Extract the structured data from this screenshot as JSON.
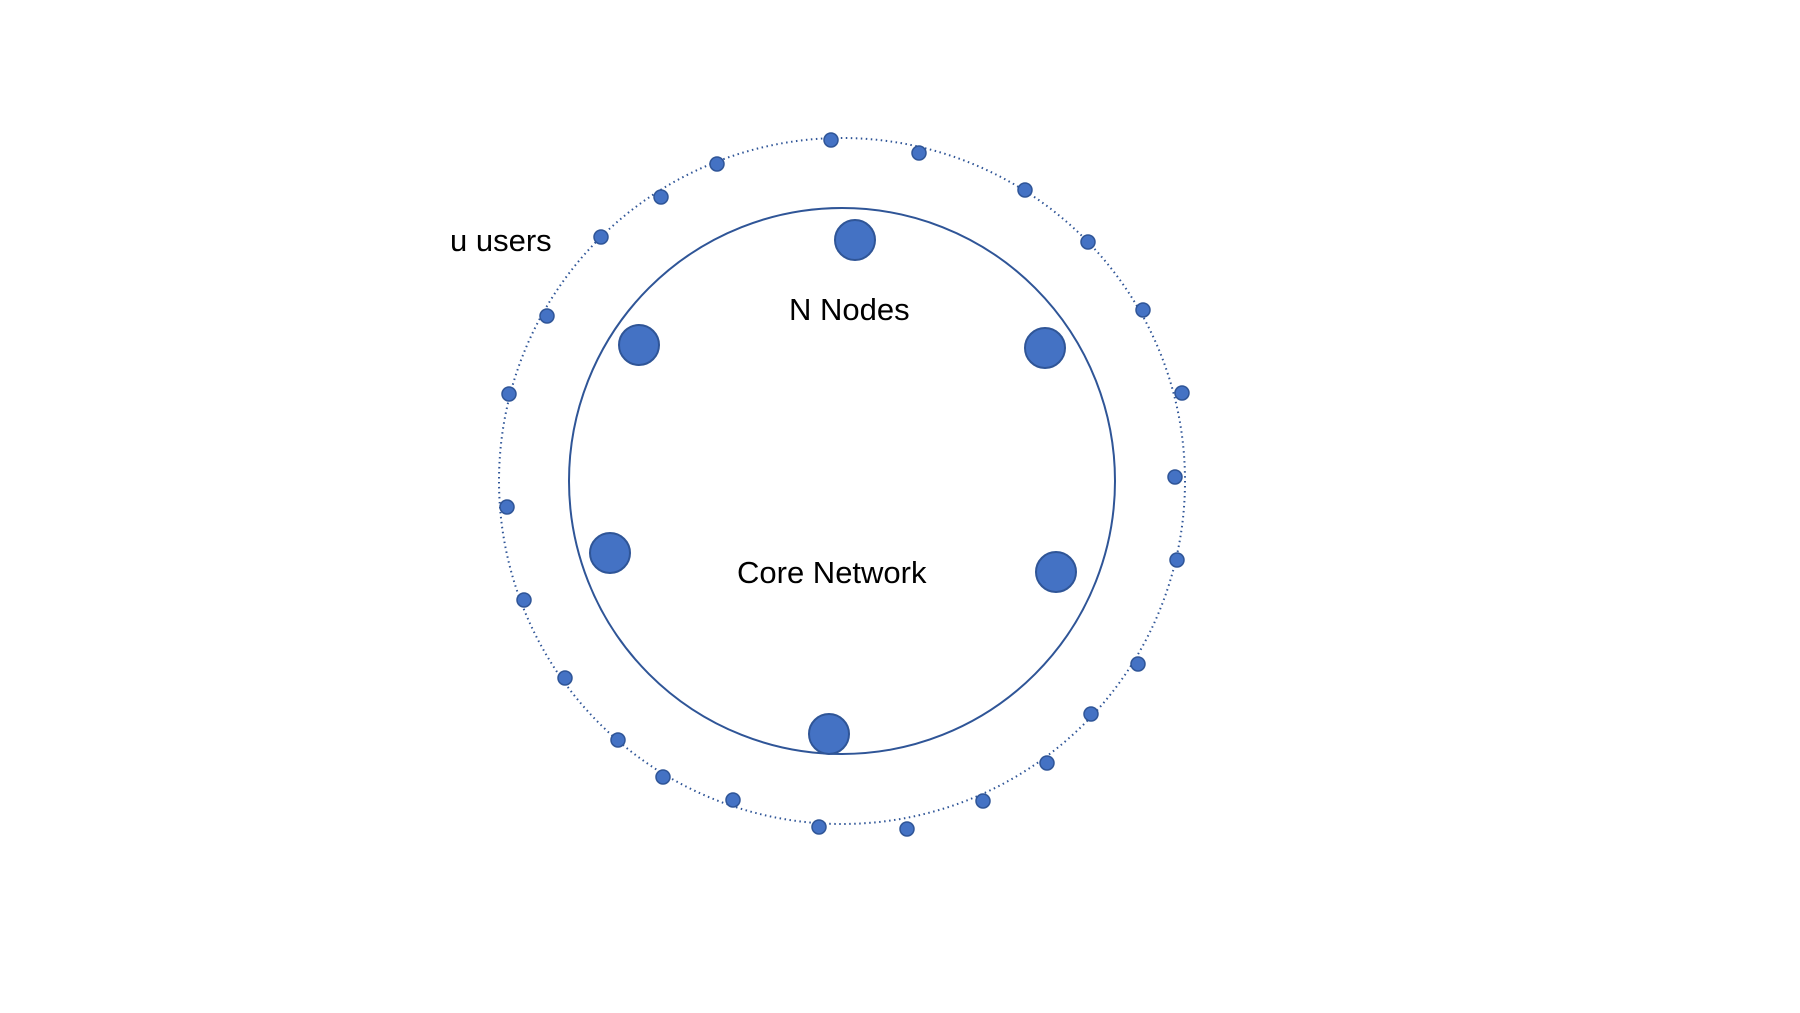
{
  "labels": {
    "users": "u users",
    "nodes": "N Nodes",
    "core": "Core Network"
  },
  "colors": {
    "dot_fill": "#4472C4",
    "dot_stroke": "#2F5597",
    "ring": "#2F5597"
  }
}
